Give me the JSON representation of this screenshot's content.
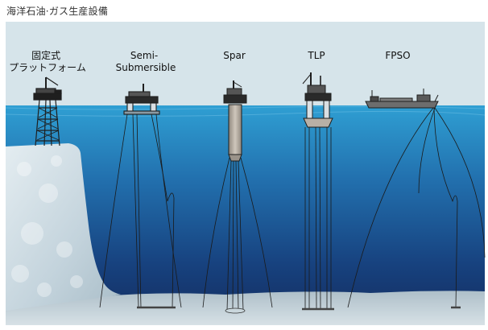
{
  "title": "海洋石油·ガス生産設備",
  "platforms": [
    {
      "id": "fixed",
      "label_lines": [
        "固定式",
        "プラットフォーム"
      ]
    },
    {
      "id": "semi",
      "label_lines": [
        "Semi-",
        "Submersible"
      ]
    },
    {
      "id": "spar",
      "label_lines": [
        "Spar"
      ]
    },
    {
      "id": "tlp",
      "label_lines": [
        "TLP"
      ]
    },
    {
      "id": "fpso",
      "label_lines": [
        "FPSO"
      ]
    }
  ],
  "colors": {
    "sky": "#d6e4ea",
    "sea_surface": "#2e9ad0",
    "sea_deep": "#15356e",
    "seabed": "#c9d6dc",
    "cliff": "#c6d6df",
    "structure": "#1f1f1f",
    "spar_hull": "#b8b0a6"
  }
}
